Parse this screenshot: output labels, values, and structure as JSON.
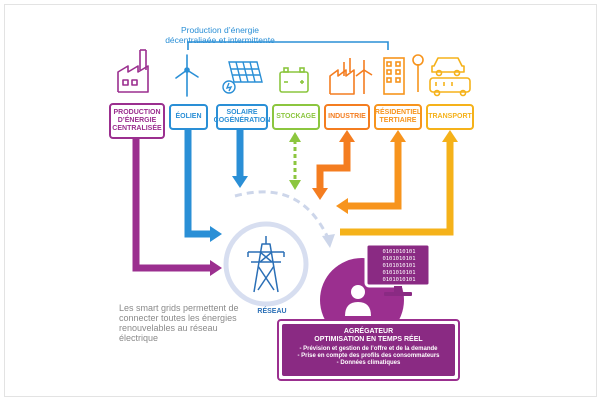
{
  "header": {
    "line1": "Production d’énergie",
    "line2": "décentraliaée et intermittente"
  },
  "nodes": [
    {
      "key": "centralisee",
      "label": "PRODUCTION D’ÉNERGIE CENTRALISÉE",
      "color": "#9b2f8f"
    },
    {
      "key": "eolien",
      "label": "ÉOLIEN",
      "color": "#2a8fd6"
    },
    {
      "key": "solaire",
      "label": "SOLAIRE COGÉNÉRATION",
      "color": "#2a8fd6"
    },
    {
      "key": "stockage",
      "label": "STOCKAGE",
      "color": "#8cc63f"
    },
    {
      "key": "industrie",
      "label": "INDUSTRIE",
      "color": "#f47d20"
    },
    {
      "key": "residentiel",
      "label": "RÉSIDENTIEL TERTIAIRE",
      "color": "#f7941d"
    },
    {
      "key": "transport",
      "label": "TRANSPORT",
      "color": "#f5b21a"
    }
  ],
  "reseau": {
    "label": "RÉSEAU"
  },
  "side_text": "Les smart grids permettent de connecter toutes les énergies renouvelables au réseau électrique",
  "aggregator": {
    "title": "AGRÉGATEUR",
    "subtitle": "OPTIMISATION EN TEMPS RÉEL",
    "items": [
      "- Prévision et gestion de l’offre et de la demande",
      "- Prise en compte des profils des consommateurs",
      "- Données climatiques"
    ],
    "screen_rows": [
      "0101010101",
      "0101010101",
      "0101010101",
      "0101010101",
      "0101010101"
    ]
  },
  "colors": {
    "purple": "#9b2f8f",
    "blue": "#2a8fd6",
    "green": "#8cc63f",
    "orange": "#f47d20",
    "orange2": "#f7941d",
    "yellow": "#f5b21a",
    "grid": "#cdd6ea"
  }
}
